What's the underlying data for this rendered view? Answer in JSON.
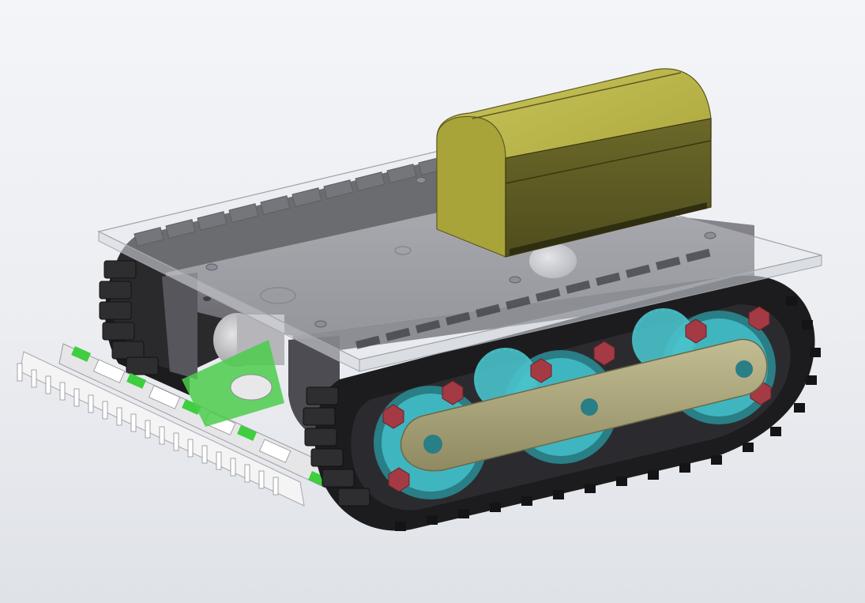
{
  "viewport": {
    "background_top": "#f4f5f8",
    "background_bottom": "#dfe2e7"
  },
  "model": {
    "parts": [
      "track-assembly-left",
      "track-assembly-right",
      "chassis-body",
      "top-plate-transparent",
      "battery-housing",
      "drive-sprockets",
      "road-wheels",
      "idler-link-bar",
      "motor-shafts",
      "front-sensor-comb"
    ],
    "colors": {
      "track": "#1c1c1e",
      "track_pad": "#2e2e31",
      "chassis": "#6d6d74",
      "chassis_dark": "#4a4a50",
      "plate": "#e6e9ee",
      "battery": "#a7a43c",
      "battery_dark": "#5c5a22",
      "gear": "#3fb6bf",
      "gear_dark": "#2a7e86",
      "bolt": "#a33a44",
      "link": "#a39e76",
      "sensor_green": "#3fce3f",
      "sensor_white": "#f4f4f4"
    }
  }
}
